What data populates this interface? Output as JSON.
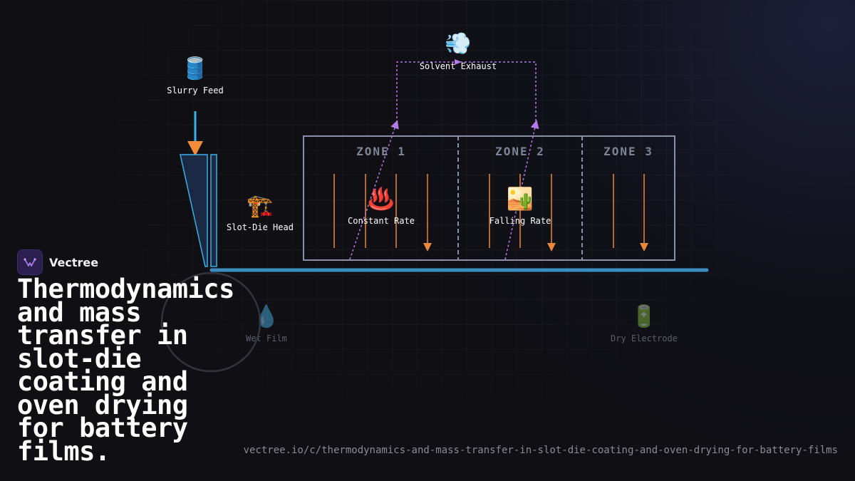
{
  "diagram": {
    "zones": [
      "ZONE 1",
      "ZONE 2",
      "ZONE 3"
    ],
    "labels": {
      "slurry_feed": "Slurry Feed",
      "solvent_exhaust": "Solvent Exhaust",
      "slot_die_head": "Slot-Die Head",
      "constant_rate": "Constant Rate",
      "falling_rate": "Falling Rate",
      "wet_film": "Wet Film",
      "dry_electrode": "Dry Electrode"
    },
    "icons": {
      "slurry_feed": "🛢️",
      "solvent_exhaust": "💨",
      "slot_die_head": "🏗️",
      "constant_rate": "♨️",
      "falling_rate": "🏜️",
      "wet_film": "💧",
      "dry_electrode": "🔋"
    },
    "icon_names": {
      "slurry_feed": "oil-drum-icon",
      "solvent_exhaust": "dash-wind-icon",
      "slot_die_head": "construction-crane-icon",
      "constant_rate": "hot-springs-icon",
      "falling_rate": "desert-icon",
      "wet_film": "droplet-icon",
      "dry_electrode": "battery-icon"
    },
    "colors": {
      "feed_arrow": "#3ab0e8",
      "feed_arrowhead": "#f08c3a",
      "heat_arrows": "#e8883a",
      "exhaust_path": "#b07ae8",
      "oven_border": "#8a90a6",
      "substrate": "#3a8ec0"
    }
  },
  "brand": {
    "name": "Vectree"
  },
  "title": "Thermodynamics and mass transfer in slot-die coating and oven drying for battery films.",
  "url": "vectree.io/c/thermodynamics-and-mass-transfer-in-slot-die-coating-and-oven-drying-for-battery-films"
}
